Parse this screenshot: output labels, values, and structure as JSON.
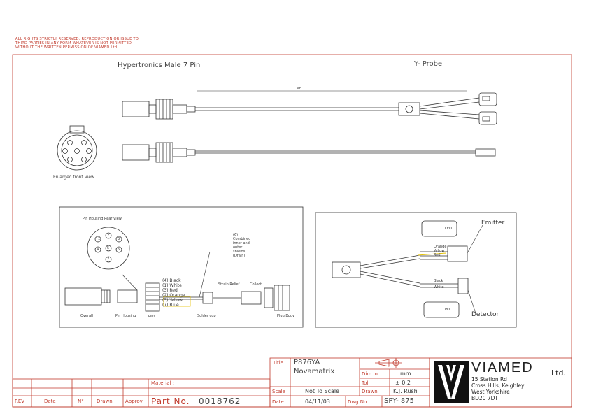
{
  "copyright": {
    "line1": "ALL RIGHTS STRICTLY RESERVED. REPRODUCTION OR ISSUE TO",
    "line2": "THIRD PARTIES IN ANY FORM WHATEVER IS NOT PERMITTED",
    "line3": "WITHOUT THE WRITTEN PERMISSION OF VIAMED Ltd."
  },
  "top_view": {
    "left_title": "Hypertronics Male 7 Pin",
    "right_title": "Y- Probe",
    "length_label": "3m",
    "enlarged_label": "Enlarged front View"
  },
  "pin_view": {
    "title": "Pin Housing Rear View",
    "pins": [
      "1",
      "2",
      "3",
      "4",
      "5",
      "6",
      "7"
    ],
    "wires": [
      "(4) Black",
      "(1) White",
      "(3) Red",
      "(2) Orange",
      "(5) Yellow",
      "(7) Blue"
    ],
    "screen_note": [
      "(6)",
      "Combined",
      "inner and",
      "outer",
      "shields",
      "(Drain)"
    ],
    "labels": {
      "overall": "Overall",
      "pin_housing": "Pin Housing",
      "pins": "Pins",
      "solder_cup": "Solder cup",
      "strain_relief": "Strain Relief",
      "collect": "Collect",
      "plug_body": "Plug Body"
    }
  },
  "probe_view": {
    "emitter": "Emitter",
    "detector": "Detector",
    "wires_emitter": [
      "Orange",
      "Yellow",
      "Red"
    ],
    "wires_detector": [
      "Black",
      "White"
    ],
    "led_label": "LED",
    "pd_label": "PD"
  },
  "title_block": {
    "title_label": "Title",
    "title_line1": "P876YA",
    "title_line2": "Novamatrix",
    "dim_in_label": "Dim In",
    "dim_in_value": "mm",
    "tol_label": "Tol",
    "tol_value": "± 0.2",
    "scale_label": "Scale",
    "scale_value": "Not To Scale",
    "drawn_label": "Drawn",
    "drawn_value": "K.J. Rush",
    "date_label": "Date",
    "date_value": "04/11/03",
    "dwg_label": "Dwg No",
    "dwg_value": "SPY- 875",
    "material_label": "Material :",
    "part_label": "Part No.",
    "part_value": "0018762",
    "rev_cols": [
      "REV",
      "Date",
      "N°",
      "Drawn",
      "Approv"
    ]
  },
  "company": {
    "name": "VIAMED",
    "suffix": "Ltd.",
    "address": [
      "15 Station Rd",
      "Cross Hills, Keighley",
      "West Yorkshire",
      "BD20 7DT"
    ]
  }
}
